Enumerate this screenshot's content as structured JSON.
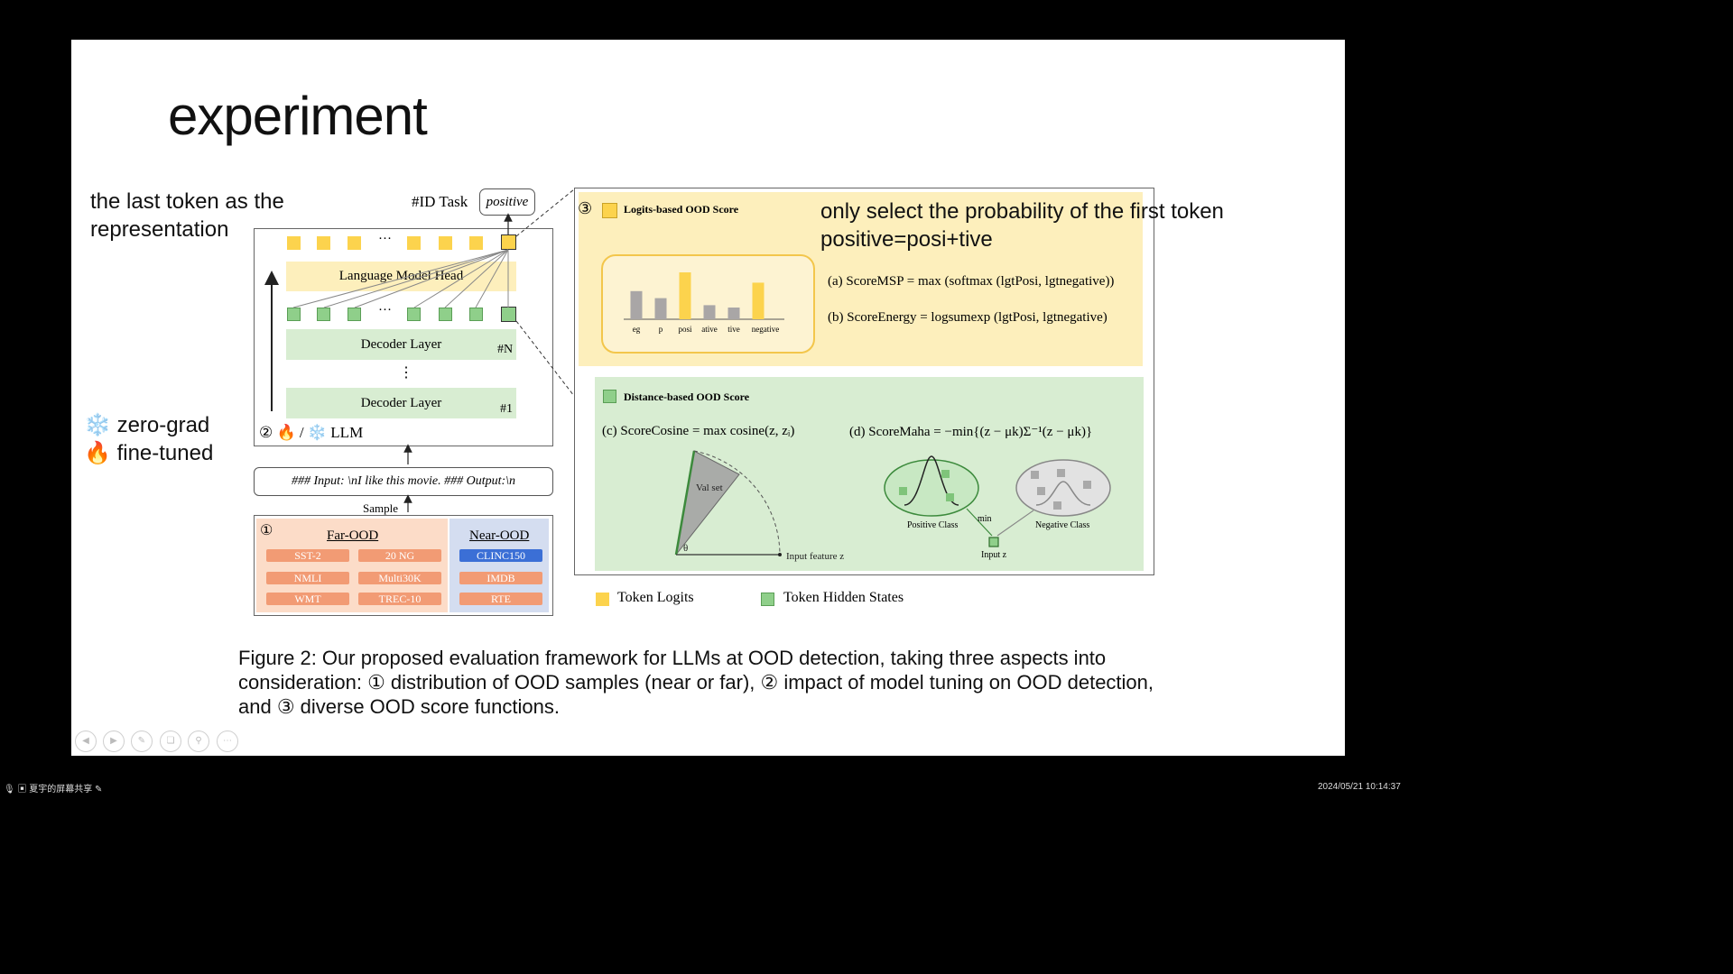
{
  "slide": {
    "title": "experiment",
    "annotation_left_top": [
      "the last token as the",
      "representation"
    ],
    "legend_zero_grad": "zero-grad",
    "legend_fine_tuned": "fine-tuned",
    "annotation_right": [
      "only select the probability of the first token",
      "positive=posi+tive"
    ],
    "caption": [
      "Figure 2: Our proposed evaluation framework for LLMs at OOD detection, taking three aspects into",
      "consideration: ① distribution of OOD samples (near or far), ② impact of model tuning on OOD detection,",
      "and ③ diverse OOD score functions."
    ]
  },
  "figure": {
    "id_task_label": "#ID Task",
    "id_task_value": "positive",
    "ellipsis": "···",
    "lm_head": "Language Model Head",
    "decoder_layer": "Decoder Layer",
    "layer_n": "#N",
    "layer_1": "#1",
    "vertical_dots": "⋮",
    "llm_label": "② 🔥 / ❄️ LLM",
    "input_box": "### Input: \\nI like this movie. ### Output:\\n",
    "sample_label": "Sample",
    "circle_1": "①",
    "far_ood": "Far-OOD",
    "near_ood": "Near-OOD",
    "far_datasets": [
      "SST-2",
      "20 NG",
      "NMLI",
      "Multi30K",
      "WMT",
      "TREC-10"
    ],
    "near_datasets": [
      "CLINC150",
      "IMDB",
      "RTE"
    ],
    "circle_3": "③",
    "logits_title": "Logits-based OOD Score",
    "bar_labels": [
      "eg",
      "p",
      "posi",
      "ative",
      "tive",
      "negative"
    ],
    "score_msp": "(a) Scoreₘₛₚ = max (softmax (lgtₚₒₛᵢ, lgtₙₑ₉ₐₜᵢᵥₑ))",
    "score_msp_plain": "(a) ScoreMSP = max (softmax (lgtPosi, lgtnegative))",
    "score_energy_plain": "(b) ScoreEnergy = logsumexp (lgtPosi, lgtnegative)",
    "distance_title": "Distance-based OOD Score",
    "score_cosine_plain": "(c) ScoreCosine = max cosine(z, zᵢ)",
    "score_maha_plain": "(d) ScoreMaha = −min{(z − μk)Σ⁻¹(z − μk)}",
    "val_set": "Val set",
    "theta": "θ",
    "input_feature": "Input feature z",
    "positive_class": "Positive Class",
    "negative_class": "Negative Class",
    "min_label": "min",
    "input_z": "Input z",
    "legend_token_logits": "Token Logits",
    "legend_hidden_states": "Token Hidden States"
  },
  "chart_data": {
    "type": "bar",
    "categories": [
      "eg",
      "p",
      "posi",
      "ative",
      "tive",
      "negative"
    ],
    "values": [
      0.6,
      0.45,
      1.0,
      0.3,
      0.25,
      0.78
    ],
    "colors": [
      "#a9a6a6",
      "#a9a6a6",
      "#fcd34d",
      "#a9a6a6",
      "#a9a6a6",
      "#fcd34d"
    ]
  },
  "taskbar": {
    "share_label": "夏宇的屏幕共享",
    "timestamp": "2024/05/21 10:14:37"
  },
  "controls": [
    "prev-icon",
    "next-icon",
    "pen-icon",
    "copy-icon",
    "zoom-icon",
    "more-icon"
  ],
  "colors": {
    "yellow": "#fcd34d",
    "green": "#8fcf8a",
    "orange": "#f29b74",
    "blue": "#3b6fd6"
  }
}
